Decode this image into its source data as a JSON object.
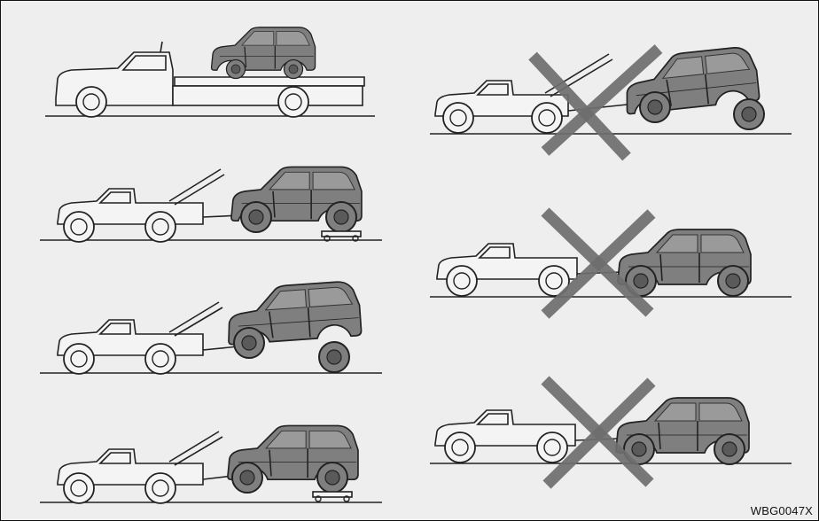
{
  "figure_code": "WBG0047X",
  "panels": [
    {
      "id": "flatbed",
      "allowed": true
    },
    {
      "id": "wheel-lift-dollies",
      "allowed": true
    },
    {
      "id": "wheel-lift-front",
      "allowed": true
    },
    {
      "id": "wheel-lift-rear-dollies",
      "allowed": true
    },
    {
      "id": "sling-tow",
      "allowed": false
    },
    {
      "id": "wheel-lift-rear",
      "allowed": false
    },
    {
      "id": "wheel-lift-rear-2",
      "allowed": false
    }
  ],
  "colors": {
    "vehicle_fill": "#7f7f7f",
    "x_mark": "#6e6e6e",
    "background": "#eeeeee"
  }
}
